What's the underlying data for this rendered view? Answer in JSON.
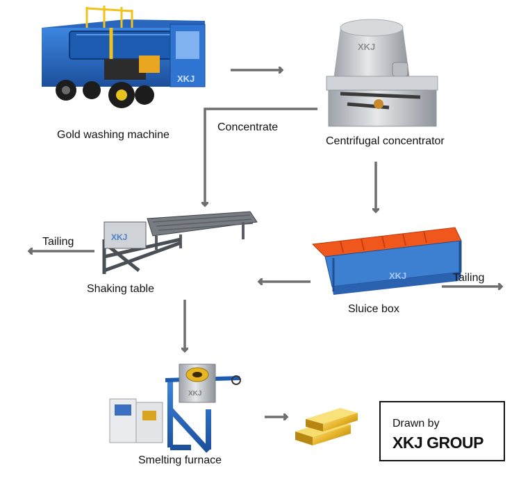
{
  "nodes": {
    "gold_washing_machine": {
      "label": "Gold washing machine"
    },
    "centrifugal_concentrator": {
      "label": "Centrifugal concentrator",
      "brand_mark": "XKJ"
    },
    "shaking_table": {
      "label": "Shaking table"
    },
    "sluice_box": {
      "label": "Sluice box"
    },
    "smelting_furnace": {
      "label": "Smelting furnace"
    },
    "gold_bars": {
      "label": ""
    }
  },
  "edges": {
    "concentrate_label": "Concentrate",
    "tailing_left_label": "Tailing",
    "tailing_right_label": "Tailing"
  },
  "credit": {
    "line1": "Drawn by",
    "line2": "XKJ GROUP"
  },
  "colors": {
    "arrow": "#6e6e6e",
    "machine_blue": "#2b6cc4",
    "sluice_orange": "#f0571c",
    "gold": "#e5b22a",
    "steel": "#c9ccd1"
  }
}
